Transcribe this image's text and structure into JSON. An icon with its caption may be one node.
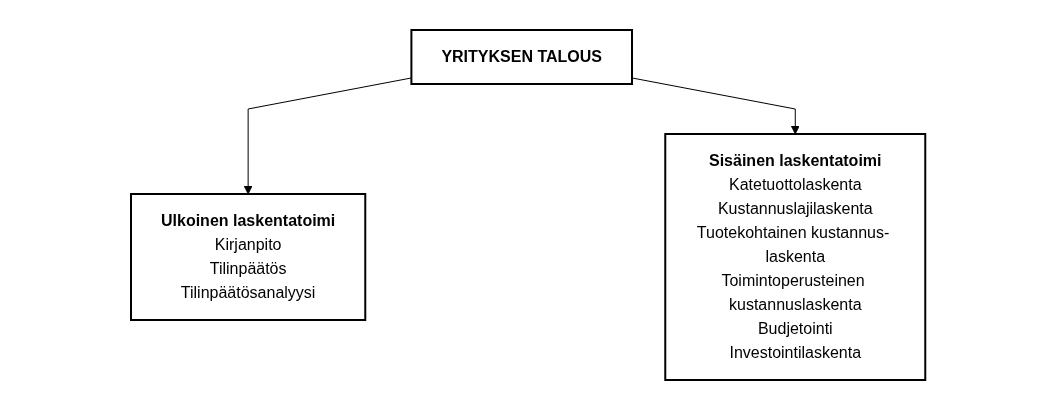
{
  "diagram": {
    "nodes": [
      {
        "text": [
          "YRITYKSEN TALOUS"
        ]
      },
      {
        "text": [
          "Ulkoinen laskentatoimi",
          "Kirjanpito",
          "Tilinpäätös",
          "Tilinpäätösanalyysi"
        ]
      },
      {
        "text": [
          "Sisäinen laskentatoimi",
          "Katetuottolaskenta",
          "Kustannuslajilaskenta",
          "Tuotekohtainen kustannus- laskenta",
          "Toimintoperusteinen kustannuslaskenta",
          "Budjetointi",
          "Investointilaskenta"
        ]
      }
    ],
    "edges": [
      {
        "from": 0,
        "to": 1,
        "arrow": "to"
      },
      {
        "from": 0,
        "to": 2,
        "arrow": "to"
      }
    ]
  }
}
